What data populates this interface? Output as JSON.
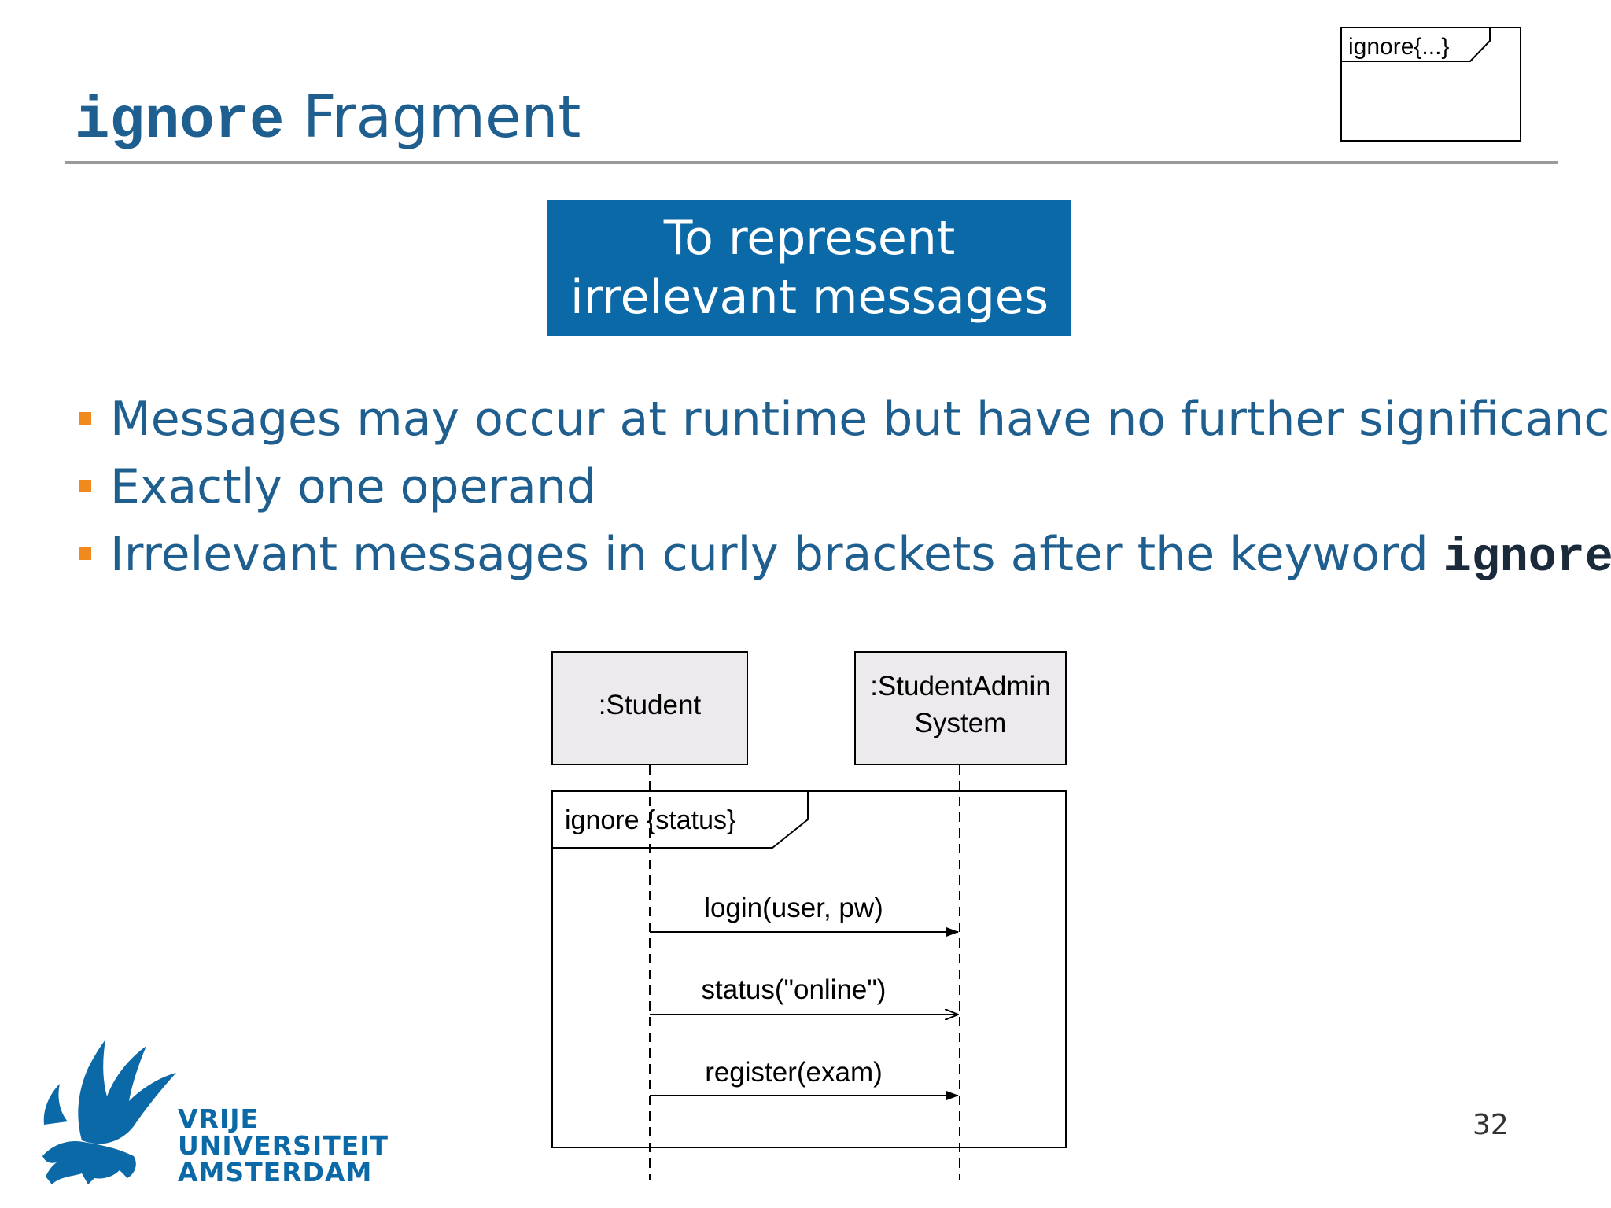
{
  "title": {
    "keyword": "ignore",
    "text": "Fragment"
  },
  "legend_icon": {
    "label": "ignore{...}"
  },
  "callout": {
    "line1": "To represent",
    "line2": "irrelevant messages"
  },
  "bullets": [
    {
      "text": "Messages may occur at runtime but have no further significance",
      "keyword": ""
    },
    {
      "text": "Exactly one operand",
      "keyword": ""
    },
    {
      "text": "Irrelevant messages in curly brackets after the keyword ",
      "keyword": "ignore"
    }
  ],
  "diagram": {
    "lifelines": [
      {
        "lines": [
          ":Student"
        ]
      },
      {
        "lines": [
          ":StudentAdmin",
          "System"
        ]
      }
    ],
    "fragment_label": "ignore {status}",
    "messages": [
      {
        "label": "login(user, pw)",
        "kind": "synchronous"
      },
      {
        "label": "status(\"online\")",
        "kind": "asynchronous"
      },
      {
        "label": "register(exam)",
        "kind": "synchronous"
      }
    ]
  },
  "logo": {
    "line1": "VRIJE",
    "line2": "UNIVERSITEIT",
    "line3": "AMSTERDAM"
  },
  "page_number": "32",
  "colors": {
    "title": "#1f5f8f",
    "callout_bg": "#0b69a7",
    "bullet_marker": "#f08a1e",
    "logo": "#0b69a7"
  }
}
